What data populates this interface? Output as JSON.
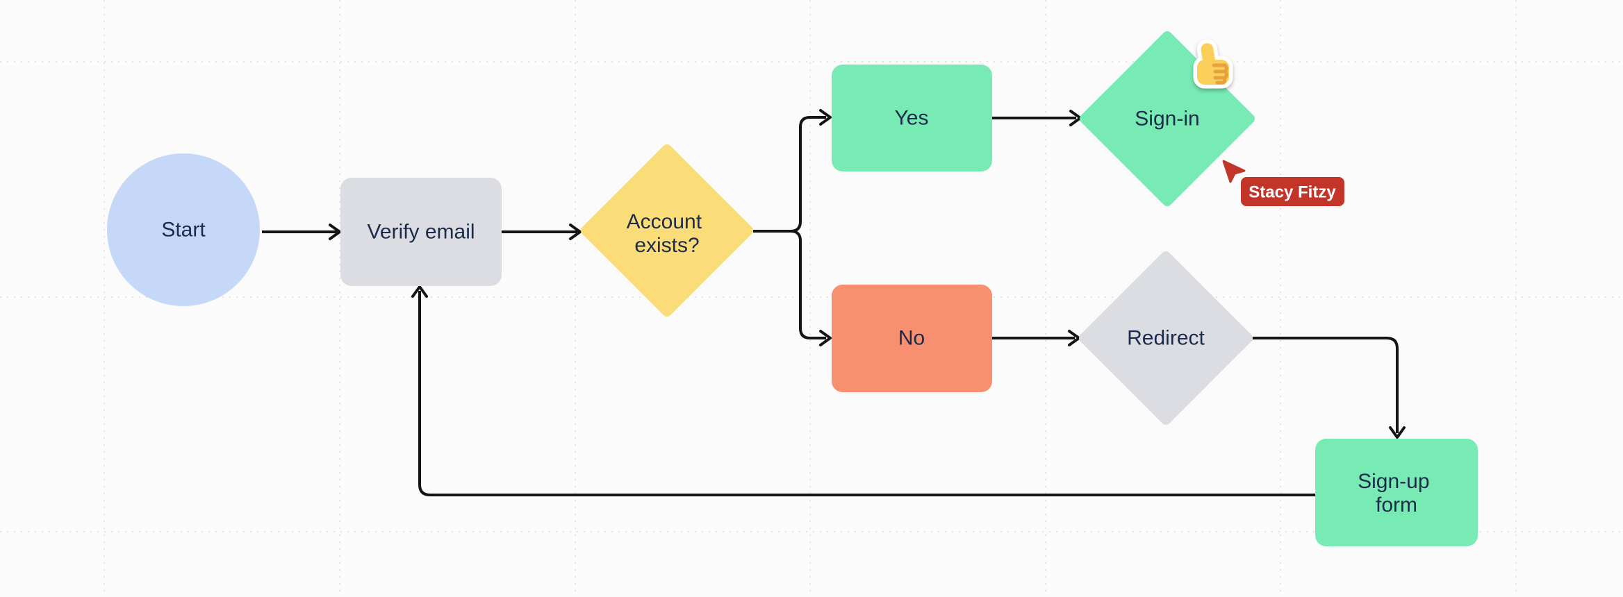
{
  "app": {
    "background_color": "#FBFBFB",
    "grid_color": "#E3E3E3",
    "connector_color": "#141414",
    "text_color": "#1C2B4A"
  },
  "nodes": {
    "start": {
      "label": "Start",
      "shape": "circle",
      "fill": "#C5D8F7"
    },
    "verify_email": {
      "label": "Verify email",
      "shape": "rounded-rect",
      "fill": "#DBDDE3"
    },
    "account_exists": {
      "label": "Account exists?",
      "line1": "Account",
      "line2": "exists?",
      "shape": "diamond",
      "fill": "#FADD78"
    },
    "yes": {
      "label": "Yes",
      "shape": "rounded-rect",
      "fill": "#77EBB3"
    },
    "no": {
      "label": "No",
      "shape": "rounded-rect",
      "fill": "#F88F70"
    },
    "sign_in": {
      "label": "Sign-in",
      "shape": "diamond",
      "fill": "#77EBB3"
    },
    "redirect": {
      "label": "Redirect",
      "shape": "diamond",
      "fill": "#DBDDE3"
    },
    "signup_form": {
      "label": "Sign-up form",
      "line1": "Sign-up",
      "line2": "form",
      "shape": "rounded-rect",
      "fill": "#77EBB3"
    }
  },
  "edges": [
    {
      "from": "start",
      "to": "verify_email"
    },
    {
      "from": "verify_email",
      "to": "account_exists"
    },
    {
      "from": "account_exists",
      "to": "yes"
    },
    {
      "from": "account_exists",
      "to": "no"
    },
    {
      "from": "yes",
      "to": "sign_in"
    },
    {
      "from": "no",
      "to": "redirect"
    },
    {
      "from": "redirect",
      "to": "signup_form"
    },
    {
      "from": "signup_form",
      "to": "verify_email"
    }
  ],
  "collaborator": {
    "name": "Stacy Fitzy",
    "cursor_color": "#C43529"
  },
  "reaction": {
    "emoji": "thumbs-up",
    "attached_to": "sign_in"
  }
}
